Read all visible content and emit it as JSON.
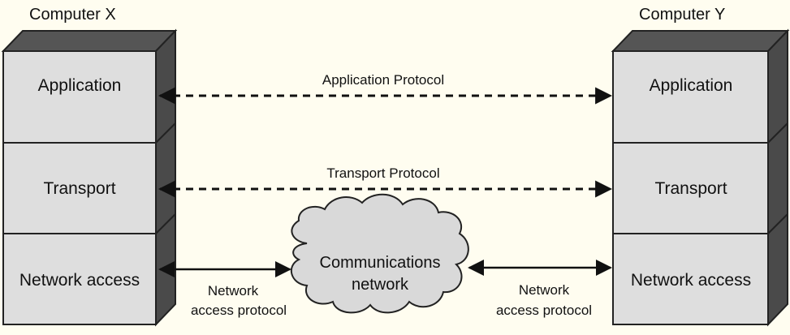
{
  "computers": [
    {
      "title": "Computer X",
      "layers": [
        "Application",
        "Transport",
        "Network access"
      ]
    },
    {
      "title": "Computer Y",
      "layers": [
        "Application",
        "Transport",
        "Network access"
      ]
    }
  ],
  "protocols": {
    "application": "Application Protocol",
    "transport": "Transport Protocol",
    "network_left": [
      "Network",
      "access protocol"
    ],
    "network_right": [
      "Network",
      "access protocol"
    ]
  },
  "cloud": {
    "lines": [
      "Communications",
      "network"
    ]
  },
  "colors": {
    "background": "#fffdf0",
    "layer_face": "#dedede",
    "layer_side": "#4a4a4a",
    "cloud_fill": "#d9d9d9",
    "ink": "#111111"
  }
}
